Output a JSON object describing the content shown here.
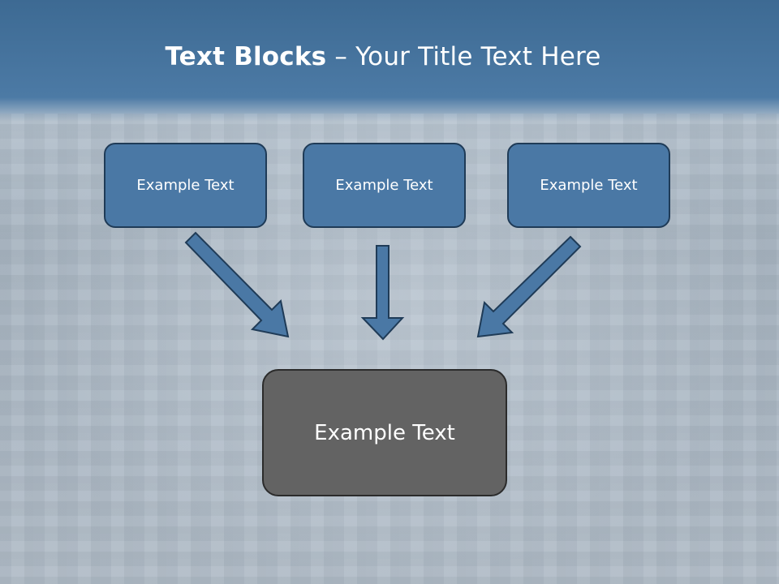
{
  "title": {
    "bold": "Text Blocks",
    "rest": "– Your Title Text Here"
  },
  "blocks": [
    {
      "label": "Example Text"
    },
    {
      "label": "Example Text"
    },
    {
      "label": "Example Text"
    }
  ],
  "target": {
    "label": "Example Text"
  },
  "colors": {
    "header": "#3d6a93",
    "block_fill": "#4a78a5",
    "target_fill": "#636363",
    "arrow_fill": "#4a78a5"
  }
}
